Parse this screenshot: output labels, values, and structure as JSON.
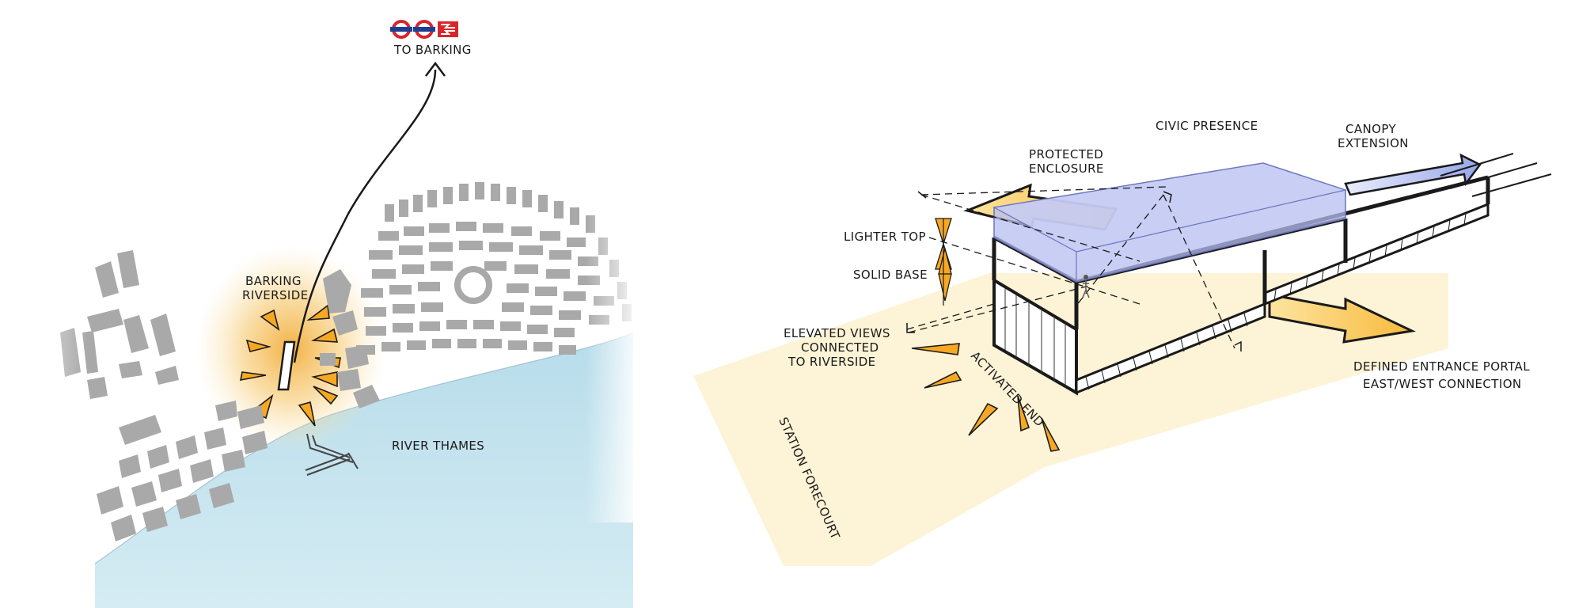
{
  "map": {
    "destination_label": "TO BARKING",
    "station_label_line1": "BARKING",
    "station_label_line2": "RIVERSIDE",
    "river_label": "RIVER THAMES"
  },
  "concept": {
    "civic_presence": "CIVIC PRESENCE",
    "canopy_line1": "CANOPY",
    "canopy_line2": "EXTENSION",
    "protected_line1": "PROTECTED",
    "protected_line2": "ENCLOSURE",
    "lighter_top": "LIGHTER TOP",
    "solid_base": "SOLID BASE",
    "elevated_line1": "ELEVATED VIEWS",
    "elevated_line2": "CONNECTED",
    "elevated_line3": "TO RIVERSIDE",
    "activated_end": "ACTIVATED END",
    "station_forecourt": "STATION FORECOURT",
    "entrance_line1": "DEFINED ENTRANCE PORTAL",
    "entrance_line2": "EAST/WEST CONNECTION"
  },
  "icons": [
    "london-underground-roundel-icon",
    "london-underground-roundel-icon",
    "national-rail-icon"
  ],
  "colors": {
    "river": "#bfe0ec",
    "glow": "#f2b64a",
    "arrow": "#f7a823",
    "glass": "#b7bff0",
    "forecourt": "#fdf3d6",
    "buildings": "#a9a9a9",
    "rail_red": "#d7262c",
    "underground_blue": "#1c3f94"
  }
}
